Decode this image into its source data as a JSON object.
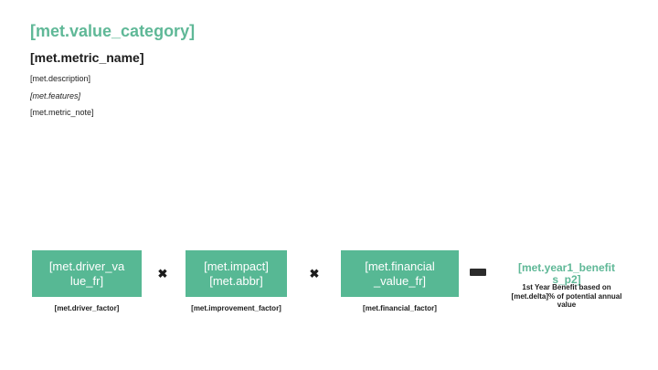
{
  "slide": {
    "title": "[met.value_category]",
    "metric_name": "[met.metric_name]",
    "description": "[met.description]",
    "features": "[met.features]",
    "metric_note": "[met.metric_note]"
  },
  "formula": {
    "multiply_sign": "✖",
    "boxes": [
      {
        "label": "[met.driver_va\nlue_fr]",
        "caption": "[met.driver_factor]"
      },
      {
        "label": "[met.impact]\n[met.abbr]",
        "caption": "[met.improvement_factor]"
      },
      {
        "label": "[met.financial\n_value_fr]",
        "caption": "[met.financial_factor]"
      }
    ],
    "result": {
      "label": "[met.year1_benefit\ns_p2]",
      "note": "1st Year Benefit based on\n[met.delta]% of potential annual\nvalue"
    }
  },
  "colors": {
    "box_green": "#57B894",
    "text_green": "#5FB897",
    "text_dark": "#1F1F1F"
  }
}
